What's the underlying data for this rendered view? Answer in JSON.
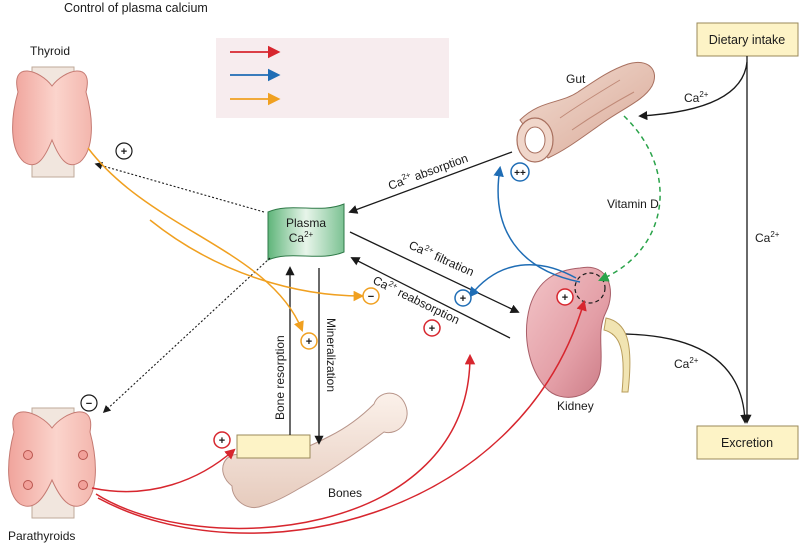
{
  "title": "Control of plasma calcium",
  "legend": {
    "colors": [
      "#d7262e",
      "#1f6db5",
      "#f0a020"
    ],
    "labels": [
      "",
      "",
      ""
    ]
  },
  "organs": {
    "thyroid": "Thyroid",
    "parathyroids": "Parathyroids",
    "gut": "Gut",
    "kidney": "Kidney",
    "bones": "Bones"
  },
  "boxes": {
    "dietary_intake": "Dietary intake",
    "excretion": "Excretion"
  },
  "plasma": {
    "line1": "Plasma",
    "ca": "Ca",
    "charge": "2+"
  },
  "flows": {
    "ca": "Ca",
    "charge": "2+",
    "absorption": " absorption",
    "filtration": " filtration",
    "reabsorption": " reabsorption",
    "vitamin_d": "Vitamin D",
    "bone_resorption": "Bone resorption",
    "mineralization": "Mineralization"
  },
  "signs": {
    "plus": "+",
    "minus": "−",
    "double_plus": "++"
  },
  "colors": {
    "red": "#d7262e",
    "blue": "#1f6db5",
    "orange": "#f0a020",
    "green": "#2aa34a",
    "box_fill": "#fdf3c6",
    "legend_bg": "#f7ecee"
  }
}
